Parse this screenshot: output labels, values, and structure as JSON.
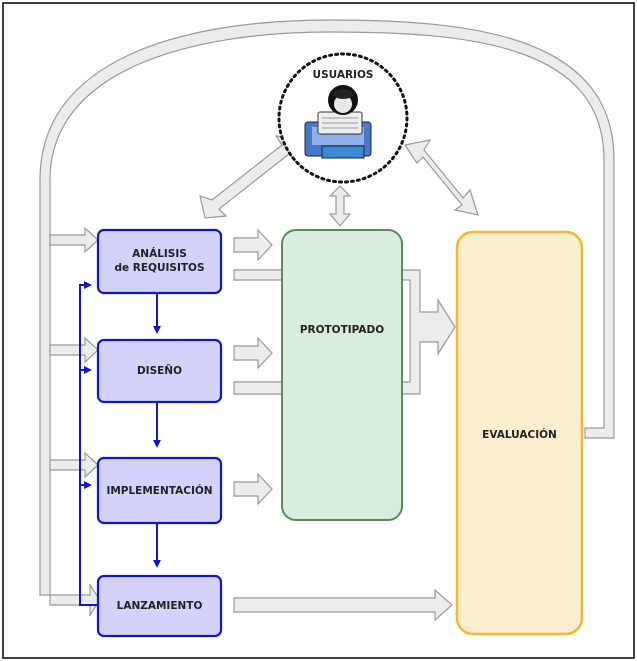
{
  "users": {
    "label": "USUARIOS"
  },
  "stages": {
    "analysis": "ANÁLISIS\nde REQUISITOS",
    "design": "DISEÑO",
    "implementation": "IMPLEMENTACIÓN",
    "launch": "LANZAMIENTO"
  },
  "prototyping": {
    "label": "PROTOTIPADO"
  },
  "evaluation": {
    "label": "EVALUACIÓN"
  },
  "colors": {
    "stage_fill": "#d2d2fa",
    "stage_border": "#1414c8",
    "prototyping_fill": "#d7eedc",
    "prototyping_border": "#5a8a5a",
    "evaluation_fill": "#fbefd0",
    "evaluation_border": "#f0b830",
    "arrow_fill": "#ececec",
    "arrow_border": "#9a9a9a",
    "flow_line": "#1414c8"
  },
  "icons": {
    "users": "person-at-computer-icon"
  }
}
